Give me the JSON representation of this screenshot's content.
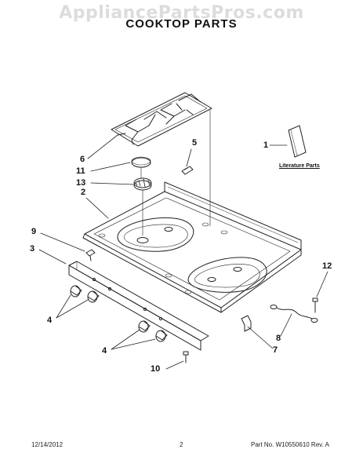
{
  "watermark": "AppliancePartsPros.com",
  "title": "COOKTOP PARTS",
  "literature_label": "Literature Parts",
  "callouts": {
    "c1": "1",
    "c2": "2",
    "c3": "3",
    "c4a": "4",
    "c4b": "4",
    "c5": "5",
    "c6": "6",
    "c7": "7",
    "c8": "8",
    "c9": "9",
    "c10": "10",
    "c11": "11",
    "c12": "12",
    "c13": "13"
  },
  "footer": {
    "date": "12/14/2012",
    "page": "2",
    "part_number": "Part No. W10550610  Rev. A"
  }
}
